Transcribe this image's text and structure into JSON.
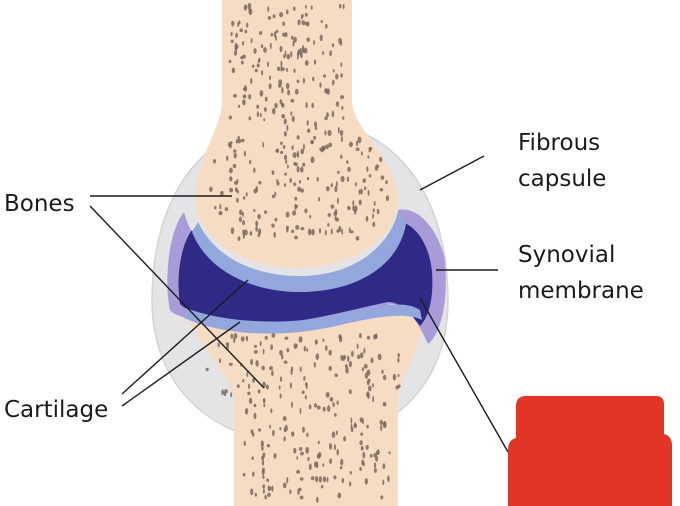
{
  "labels": {
    "bones": "Bones",
    "cartilage": "Cartilage",
    "fibrous_line1": "Fibrous",
    "fibrous_line2": "capsule",
    "synovial_line1": "Synovial",
    "synovial_line2": "membrane"
  },
  "colors": {
    "bone": "#f7dcc4",
    "bone_pore": "#7a6a5e",
    "capsule": "#e4e4e6",
    "capsule_edge": "#d2d2d6",
    "membrane": "#a99ad8",
    "fluid": "#2e2a86",
    "cartilage": "#93a7dc",
    "line": "#1b1b1b",
    "red_block": "#e23525"
  }
}
